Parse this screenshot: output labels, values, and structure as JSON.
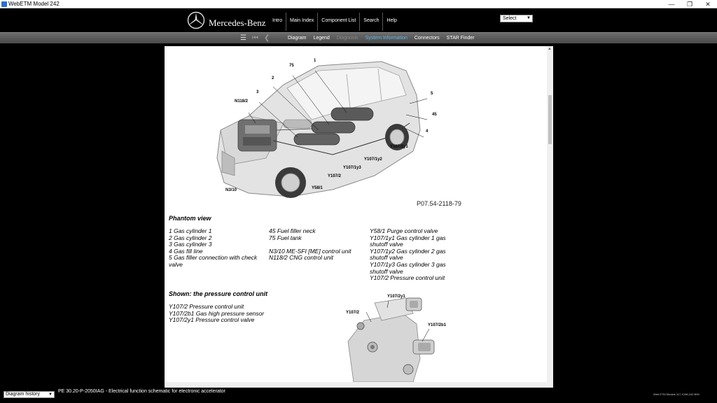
{
  "window": {
    "title": "WebETM Model 242",
    "controls": [
      "—",
      "❐",
      "✕"
    ]
  },
  "header": {
    "brand": "Mercedes-Benz",
    "nav": [
      "Intro",
      "Main Index",
      "Component List",
      "Search",
      "Help"
    ],
    "select_value": "Select"
  },
  "toolbar": {
    "icons": [
      "menu-icon",
      "first-page-icon",
      "back-icon"
    ],
    "tabs": [
      {
        "label": "Diagram",
        "state": "normal"
      },
      {
        "label": "Legend",
        "state": "normal"
      },
      {
        "label": "Diagnosis",
        "state": "disabled"
      },
      {
        "label": "System Information",
        "state": "active"
      },
      {
        "label": "Connectors",
        "state": "normal"
      },
      {
        "label": "STAR Finder",
        "state": "normal"
      }
    ]
  },
  "figure": {
    "callouts": [
      "75",
      "1",
      "2",
      "3",
      "N118/2",
      "5",
      "45",
      "4",
      "Y107/1y1",
      "Y107/1y2",
      "Y107/1y3",
      "Y107/2",
      "Y58/1",
      "N3/10"
    ],
    "code": "P07.54-2118-79"
  },
  "phantom": {
    "title": "Phantom view",
    "col1": [
      "1 Gas cylinder 1",
      "2 Gas cylinder 2",
      "3 Gas cylinder 3",
      "4 Gas fill line",
      "5 Gas filler connection with check",
      "valve"
    ],
    "col2a": [
      "45 Fuel filler neck",
      "75 Fuel tank"
    ],
    "col2b": [
      "N3/10 ME-SFI [ME] control unit",
      "N118/2 CNG control unit"
    ],
    "col3": [
      "Y58/1 Purge control valve",
      "Y107/1y1 Gas cylinder 1 gas",
      "shutoff valve",
      "Y107/1y2 Gas cylinder 2 gas",
      "shutoff valve",
      "Y107/1y3 Gas cylinder 3 gas",
      "shutoff valve",
      "Y107/2 Pressure control unit"
    ]
  },
  "shown": {
    "title": "Shown: the pressure control unit",
    "items": [
      "Y107/2 Pressure control unit",
      "Y107/2b1 Gas high pressure sensor",
      "Y107/2y1 Pressure control valve"
    ],
    "callouts": [
      "Y107/2y1",
      "Y107/2",
      "Y107/2b1"
    ]
  },
  "status": {
    "history_select": "Diagram history",
    "document": "PE 30.20-P-2050IAG - Electrical function schematic for electronic accelerator",
    "version": "Web ETM Models 117,X156,242 B99"
  },
  "colors": {
    "accent": "#5bb8e8",
    "toolbar": "#5a5a5a",
    "background": "#000000"
  }
}
